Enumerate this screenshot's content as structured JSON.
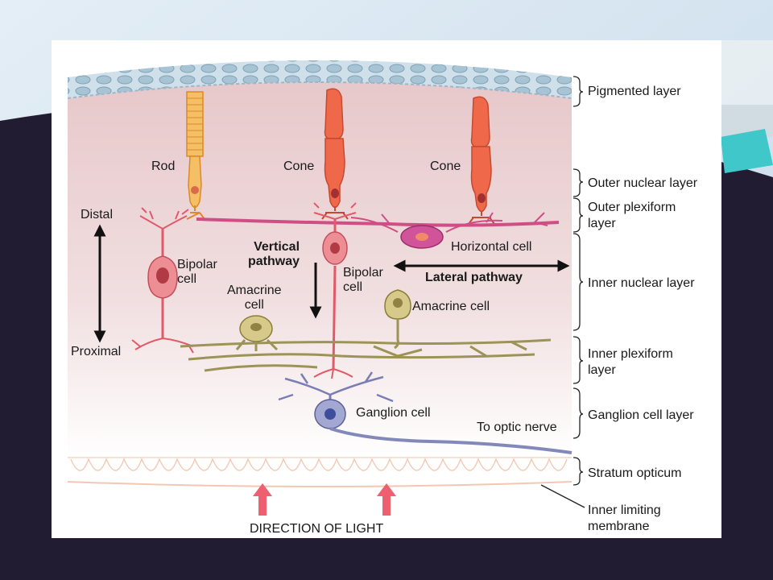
{
  "slide": {
    "background_light": "#d8e7f2",
    "background_dark": "#221c33",
    "accent_teal": "#3fc7c9"
  },
  "diagram": {
    "cells": {
      "rod": "Rod",
      "cone_left": "Cone",
      "cone_right": "Cone",
      "bipolar_left": "Bipolar\ncell",
      "bipolar_right": "Bipolar\ncell",
      "amacrine_left": "Amacrine\ncell",
      "amacrine_right": "Amacrine cell",
      "horizontal": "Horizontal cell",
      "ganglion": "Ganglion cell"
    },
    "annotations": {
      "distal": "Distal",
      "proximal": "Proximal",
      "vertical_pathway": "Vertical\npathway",
      "lateral_pathway": "Lateral pathway",
      "to_optic_nerve": "To optic nerve",
      "direction_of_light": "DIRECTION OF LIGHT"
    },
    "layers": [
      "Pigmented layer",
      "Outer nuclear layer",
      "Outer plexiform\nlayer",
      "Inner nuclear layer",
      "Inner plexiform\nlayer",
      "Ganglion cell layer",
      "Stratum opticum",
      "Inner limiting\nmembrane"
    ],
    "colors": {
      "tissue": "#ecd2d4",
      "rod": "#f2a34a",
      "cone": "#f0684a",
      "bipolar": "#e9747a",
      "horizontal": "#cf4e86",
      "amacrine": "#9c9357",
      "ganglion": "#7a7eb5",
      "light_arrow": "#ee6070"
    }
  }
}
